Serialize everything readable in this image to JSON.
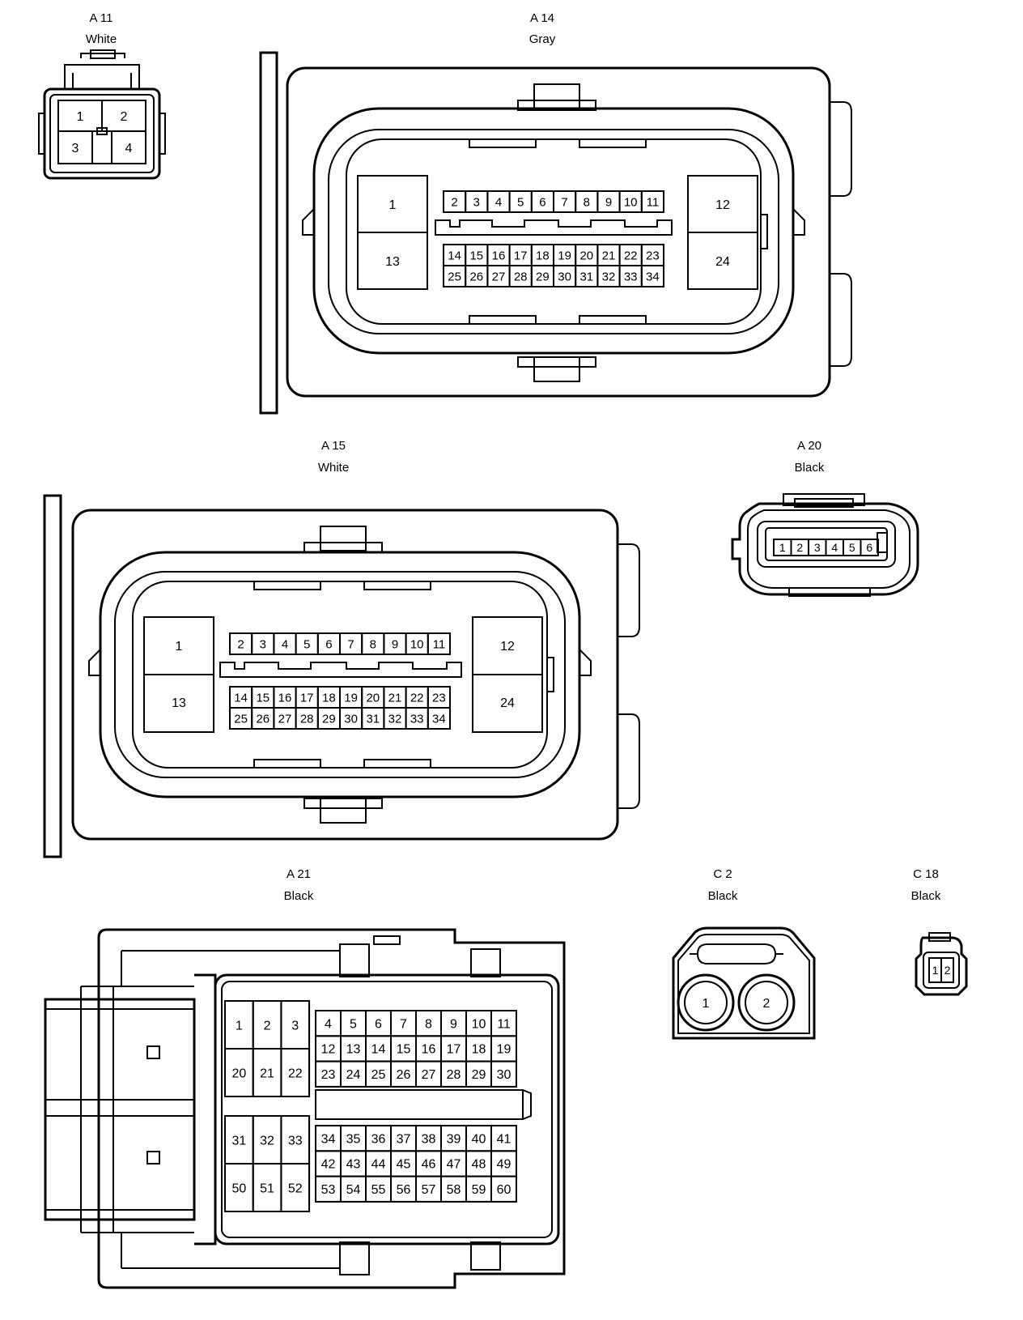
{
  "connectors": {
    "a11": {
      "code": "A 11",
      "color": "White",
      "pins": [
        "1",
        "2",
        "3",
        "4"
      ]
    },
    "a14": {
      "code": "A 14",
      "color": "Gray",
      "pins_large": [
        "1",
        "13",
        "12",
        "24"
      ],
      "pins_row1": [
        "2",
        "3",
        "4",
        "5",
        "6",
        "7",
        "8",
        "9",
        "10",
        "11"
      ],
      "pins_row2": [
        "14",
        "15",
        "16",
        "17",
        "18",
        "19",
        "20",
        "21",
        "22",
        "23"
      ],
      "pins_row3": [
        "25",
        "26",
        "27",
        "28",
        "29",
        "30",
        "31",
        "32",
        "33",
        "34"
      ]
    },
    "a15": {
      "code": "A 15",
      "color": "White",
      "pins_large": [
        "1",
        "13",
        "12",
        "24"
      ],
      "pins_row1": [
        "2",
        "3",
        "4",
        "5",
        "6",
        "7",
        "8",
        "9",
        "10",
        "11"
      ],
      "pins_row2": [
        "14",
        "15",
        "16",
        "17",
        "18",
        "19",
        "20",
        "21",
        "22",
        "23"
      ],
      "pins_row3": [
        "25",
        "26",
        "27",
        "28",
        "29",
        "30",
        "31",
        "32",
        "33",
        "34"
      ]
    },
    "a20": {
      "code": "A 20",
      "color": "Black",
      "pins": [
        "1",
        "2",
        "3",
        "4",
        "5",
        "6"
      ]
    },
    "a21": {
      "code": "A 21",
      "color": "Black",
      "pins_left_top": [
        "1",
        "2",
        "3",
        "20",
        "21",
        "22"
      ],
      "pins_left_bottom": [
        "31",
        "32",
        "33",
        "50",
        "51",
        "52"
      ],
      "pins_right_top": [
        "4",
        "5",
        "6",
        "7",
        "8",
        "9",
        "10",
        "11",
        "12",
        "13",
        "14",
        "15",
        "16",
        "17",
        "18",
        "19",
        "23",
        "24",
        "25",
        "26",
        "27",
        "28",
        "29",
        "30"
      ],
      "pins_right_bottom": [
        "34",
        "35",
        "36",
        "37",
        "38",
        "39",
        "40",
        "41",
        "42",
        "43",
        "44",
        "45",
        "46",
        "47",
        "48",
        "49",
        "53",
        "54",
        "55",
        "56",
        "57",
        "58",
        "59",
        "60"
      ]
    },
    "c2": {
      "code": "C 2",
      "color": "Black",
      "pins": [
        "1",
        "2"
      ]
    },
    "c18": {
      "code": "C 18",
      "color": "Black",
      "pins": [
        "1",
        "2"
      ]
    }
  }
}
